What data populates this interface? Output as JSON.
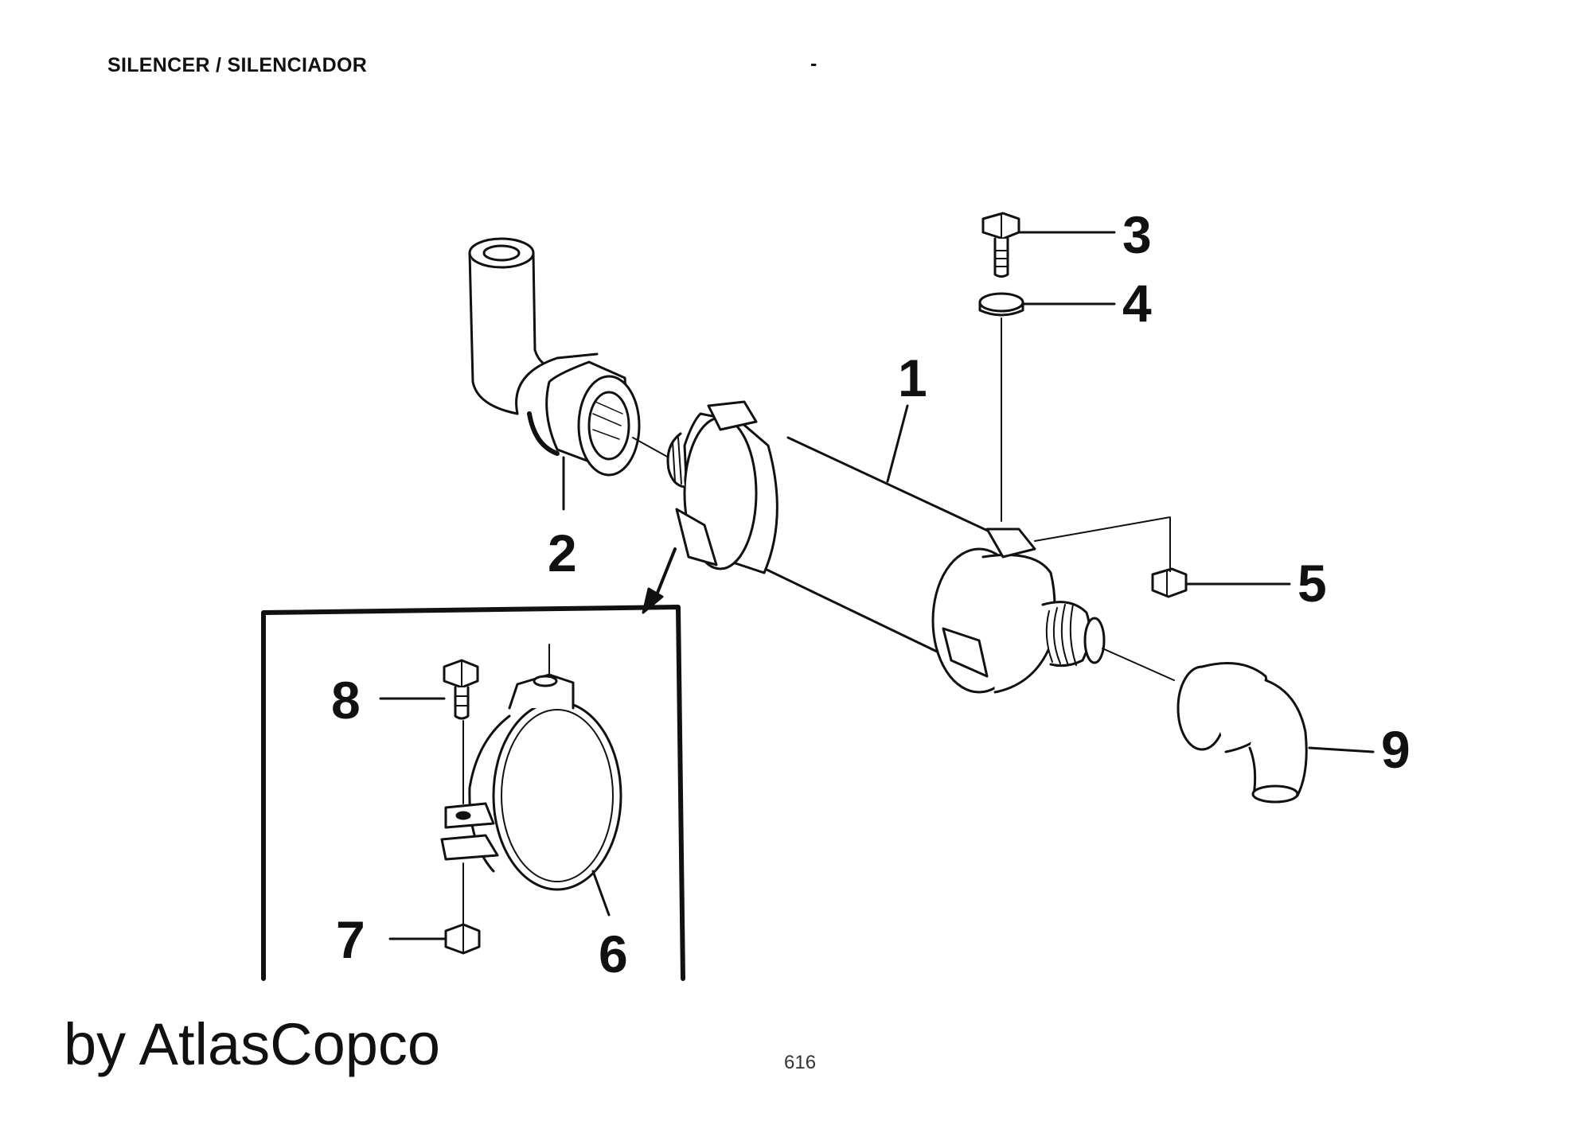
{
  "header": {
    "title": "SILENCER / SILENCIADOR",
    "dash": "-"
  },
  "callouts": {
    "c1": "1",
    "c2": "2",
    "c3": "3",
    "c4": "4",
    "c5": "5",
    "c6": "6",
    "c7": "7",
    "c8": "8",
    "c9": "9"
  },
  "footer": {
    "brand": "by AtlasCopco",
    "page_number": "616"
  }
}
